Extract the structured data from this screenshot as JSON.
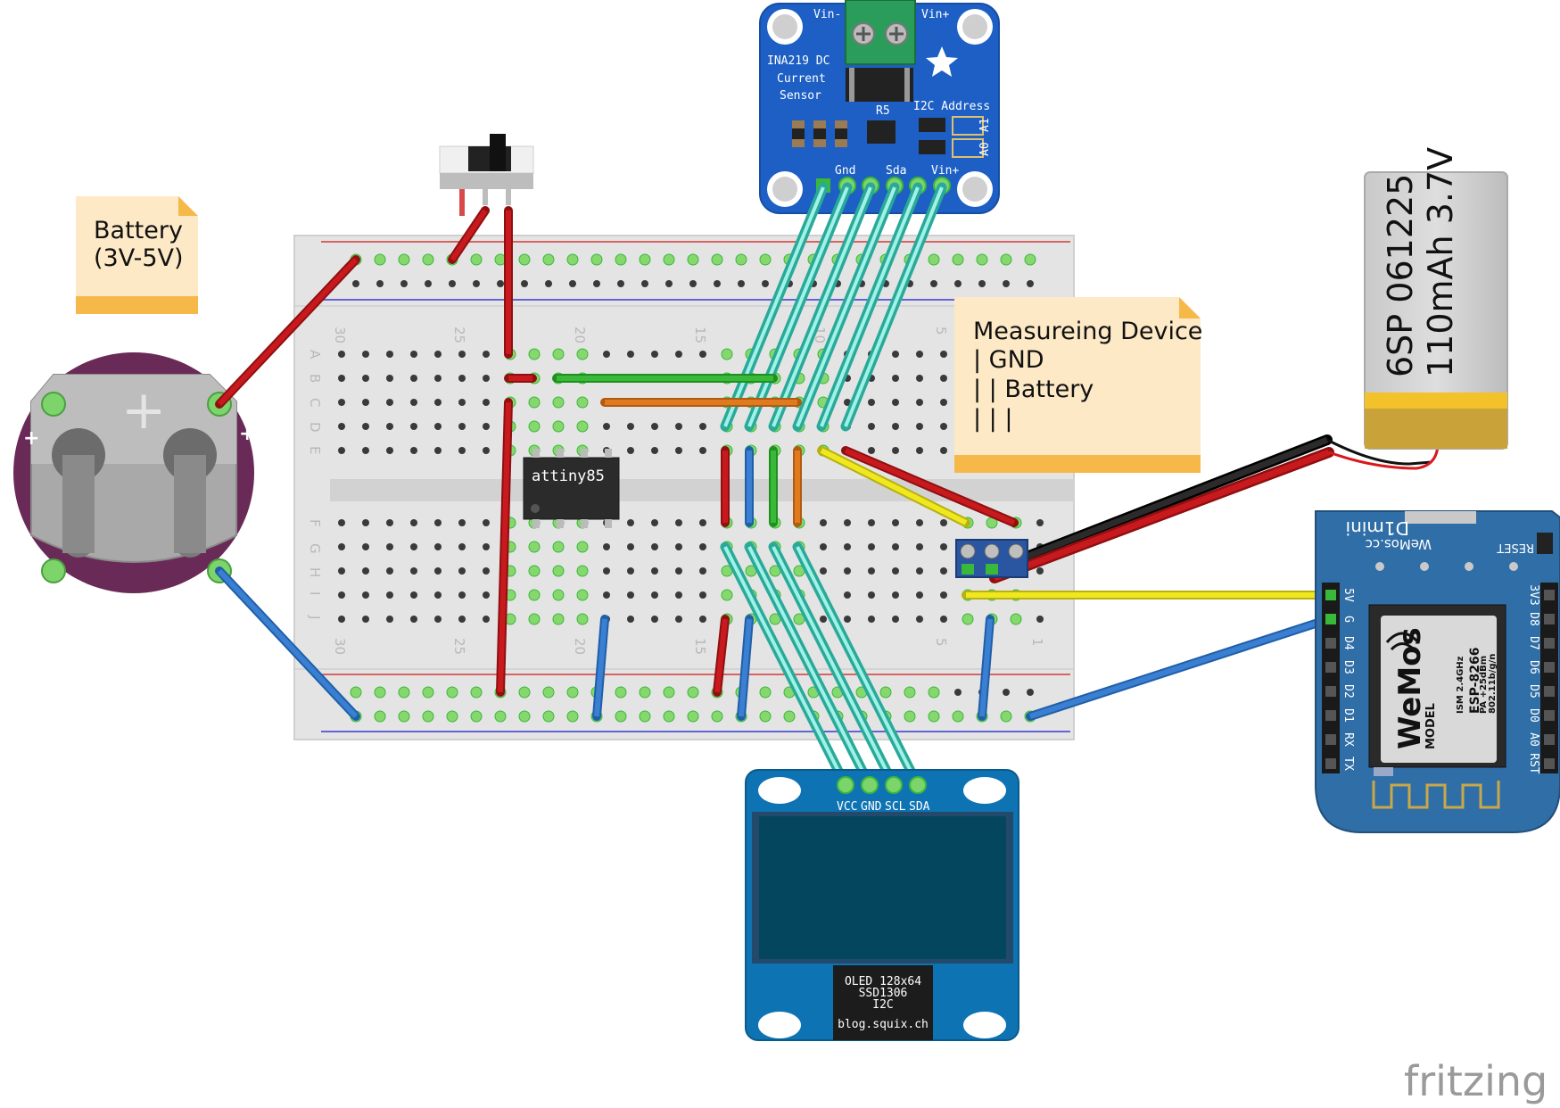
{
  "notes": {
    "battery": {
      "line1": "Battery",
      "line2": "(3V-5V)"
    },
    "measuring": {
      "line1": "Measureing Device",
      "line2": "| GND",
      "line3": "| | Battery",
      "line4": "| | |"
    }
  },
  "ina219": {
    "title": [
      "INA219 DC",
      "Current",
      "Sensor"
    ],
    "vin_minus": "Vin-",
    "vin_plus": "Vin+",
    "r5": "R5",
    "i2c_address": "I2C Address",
    "a0": "A0",
    "a1": "A1",
    "pins": [
      "Gnd",
      "Sda",
      "Vin+"
    ]
  },
  "attiny": {
    "label": "attiny85"
  },
  "battery_pack": {
    "line1": "6SP 061225",
    "line2": "110mAh 3.7V"
  },
  "coin_cell": {
    "plus_left": "+",
    "plus_right": "+",
    "minus_left": "-",
    "minus_right": "-",
    "center_plus": "+"
  },
  "wemos": {
    "brand": "WeMos.cc",
    "model": "D1mini",
    "reset": "RESET",
    "left_pins": [
      "5V",
      "G",
      "D4",
      "D3",
      "D2",
      "D1",
      "RX",
      "TX"
    ],
    "right_pins": [
      "3V3",
      "D8",
      "D7",
      "D6",
      "D5",
      "D0",
      "A0",
      "RST"
    ],
    "chip_lines": [
      "ESP-8266",
      "ISM 2.4GHz",
      "PA +25dBm",
      "802.11b/g/n"
    ],
    "logo": "WeMos",
    "model_word": "MODEL"
  },
  "oled": {
    "pins": [
      "VCC",
      "GND",
      "SCL",
      "SDA"
    ],
    "chip_lines": [
      "OLED 128x64",
      "SSD1306",
      "I2C"
    ],
    "site": "blog.squix.ch"
  },
  "breadboard": {
    "col_numbers": [
      "30",
      "25",
      "20",
      "15",
      "10",
      "5",
      "1"
    ],
    "row_letters_top": [
      "A",
      "B",
      "C",
      "D",
      "E"
    ],
    "row_letters_bottom": [
      "F",
      "G",
      "H",
      "I",
      "J"
    ]
  },
  "brand": "fritzing",
  "colors": {
    "breadboard": "#e4e4e4",
    "wire_red": "#c8191e",
    "wire_blue": "#3a7fd1",
    "wire_green": "#3ab83a",
    "wire_orange": "#e07a1e",
    "wire_yellow": "#f0e81e",
    "wire_black": "#222222",
    "wire_cyan": "#43d6c6",
    "pcb_blue": "#1d5fc4",
    "wemos_blue": "#2f6ea6",
    "oled_blue": "#0e73b3",
    "note_bg": "#fde9c6",
    "note_edge": "#f7b84a",
    "coin_purple": "#6a2a57"
  }
}
